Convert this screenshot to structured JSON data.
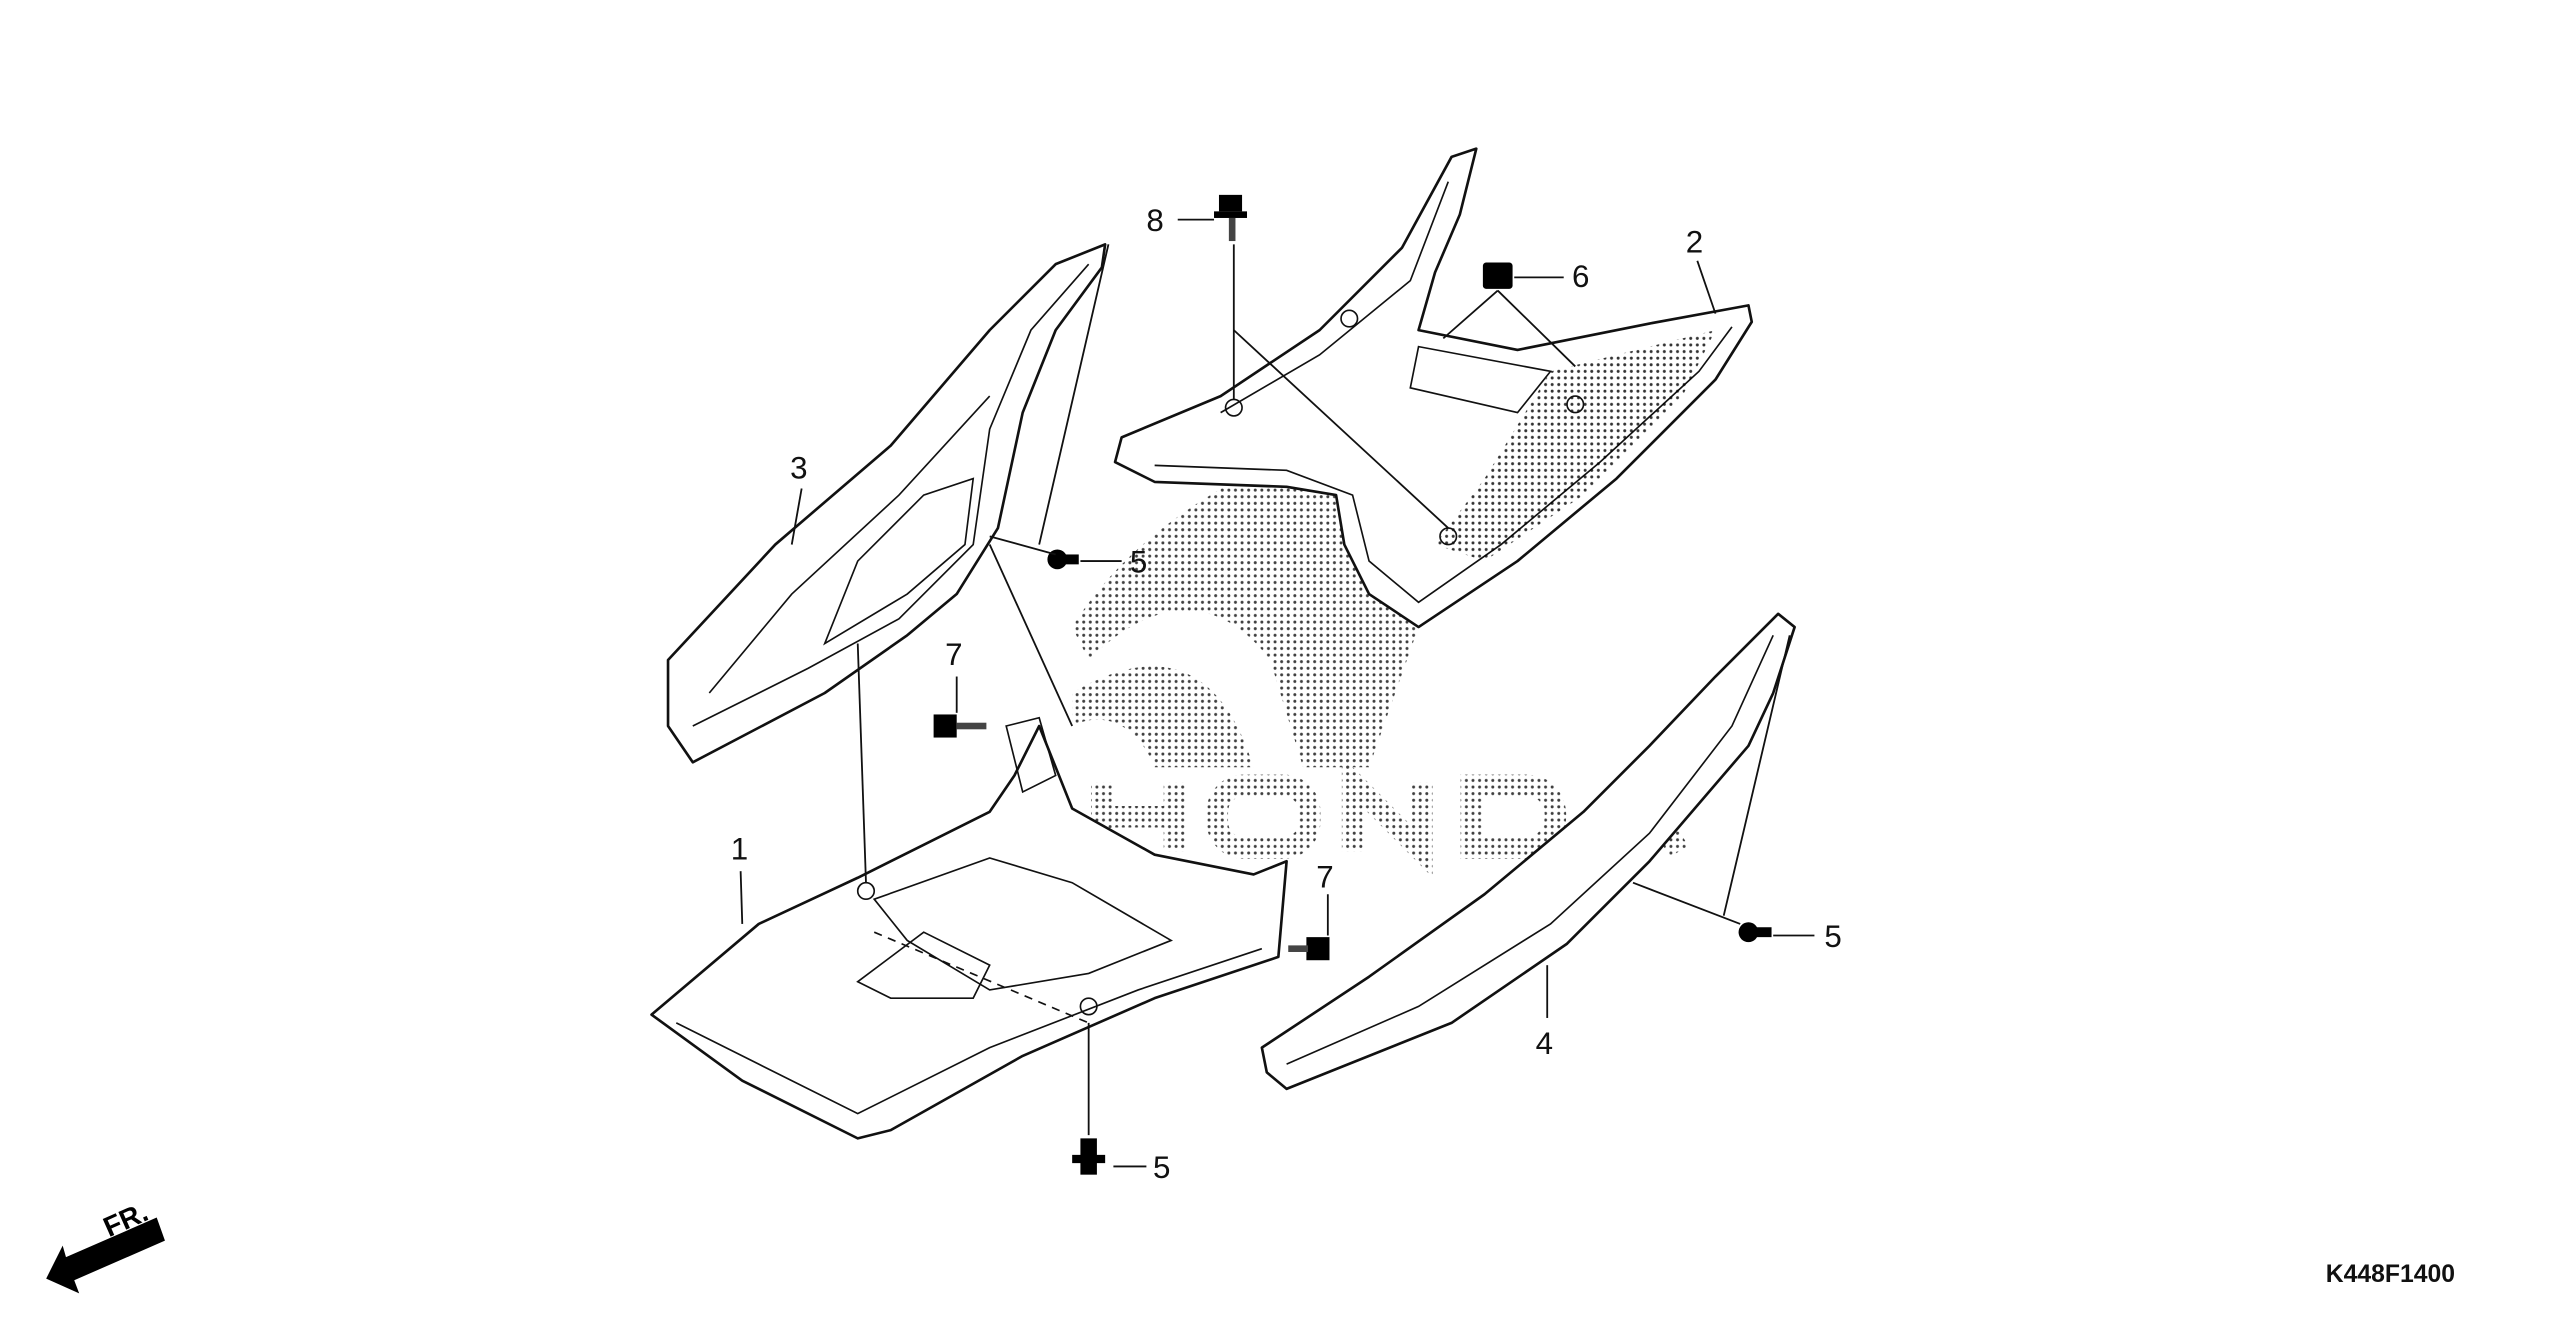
{
  "diagram": {
    "drawing_code": "K448F1400",
    "direction_label": "FR.",
    "watermark": "HONDA",
    "callouts": [
      {
        "id": "c8",
        "label": "8",
        "part": "bolt"
      },
      {
        "id": "c6",
        "label": "6",
        "part": "clip-nut"
      },
      {
        "id": "c2",
        "label": "2",
        "part": "floor-panel"
      },
      {
        "id": "c3",
        "label": "3",
        "part": "left-side-cover"
      },
      {
        "id": "c5a",
        "label": "5",
        "part": "clip"
      },
      {
        "id": "c7a",
        "label": "7",
        "part": "bolt"
      },
      {
        "id": "c1",
        "label": "1",
        "part": "under-cover"
      },
      {
        "id": "c7b",
        "label": "7",
        "part": "bolt"
      },
      {
        "id": "c5b",
        "label": "5",
        "part": "clip"
      },
      {
        "id": "c4",
        "label": "4",
        "part": "right-side-cover"
      },
      {
        "id": "c5c",
        "label": "5",
        "part": "clip"
      }
    ]
  }
}
